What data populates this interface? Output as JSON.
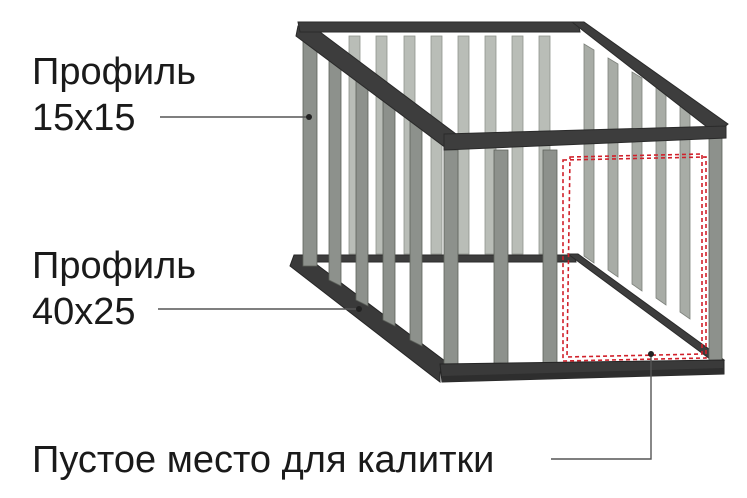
{
  "labels": {
    "profile_top_line1": "Профиль",
    "profile_top_line2": "15x15",
    "profile_bottom_line1": "Профиль",
    "profile_bottom_line2": "40x25",
    "gate_space": "Пустое место для калитки"
  },
  "colors": {
    "frame_dark": "#3d3d3d",
    "frame_edge": "#2a2a2a",
    "bar_front": "#8d918c",
    "bar_back": "#b9bdb7",
    "gate_outline": "#d0202a"
  }
}
